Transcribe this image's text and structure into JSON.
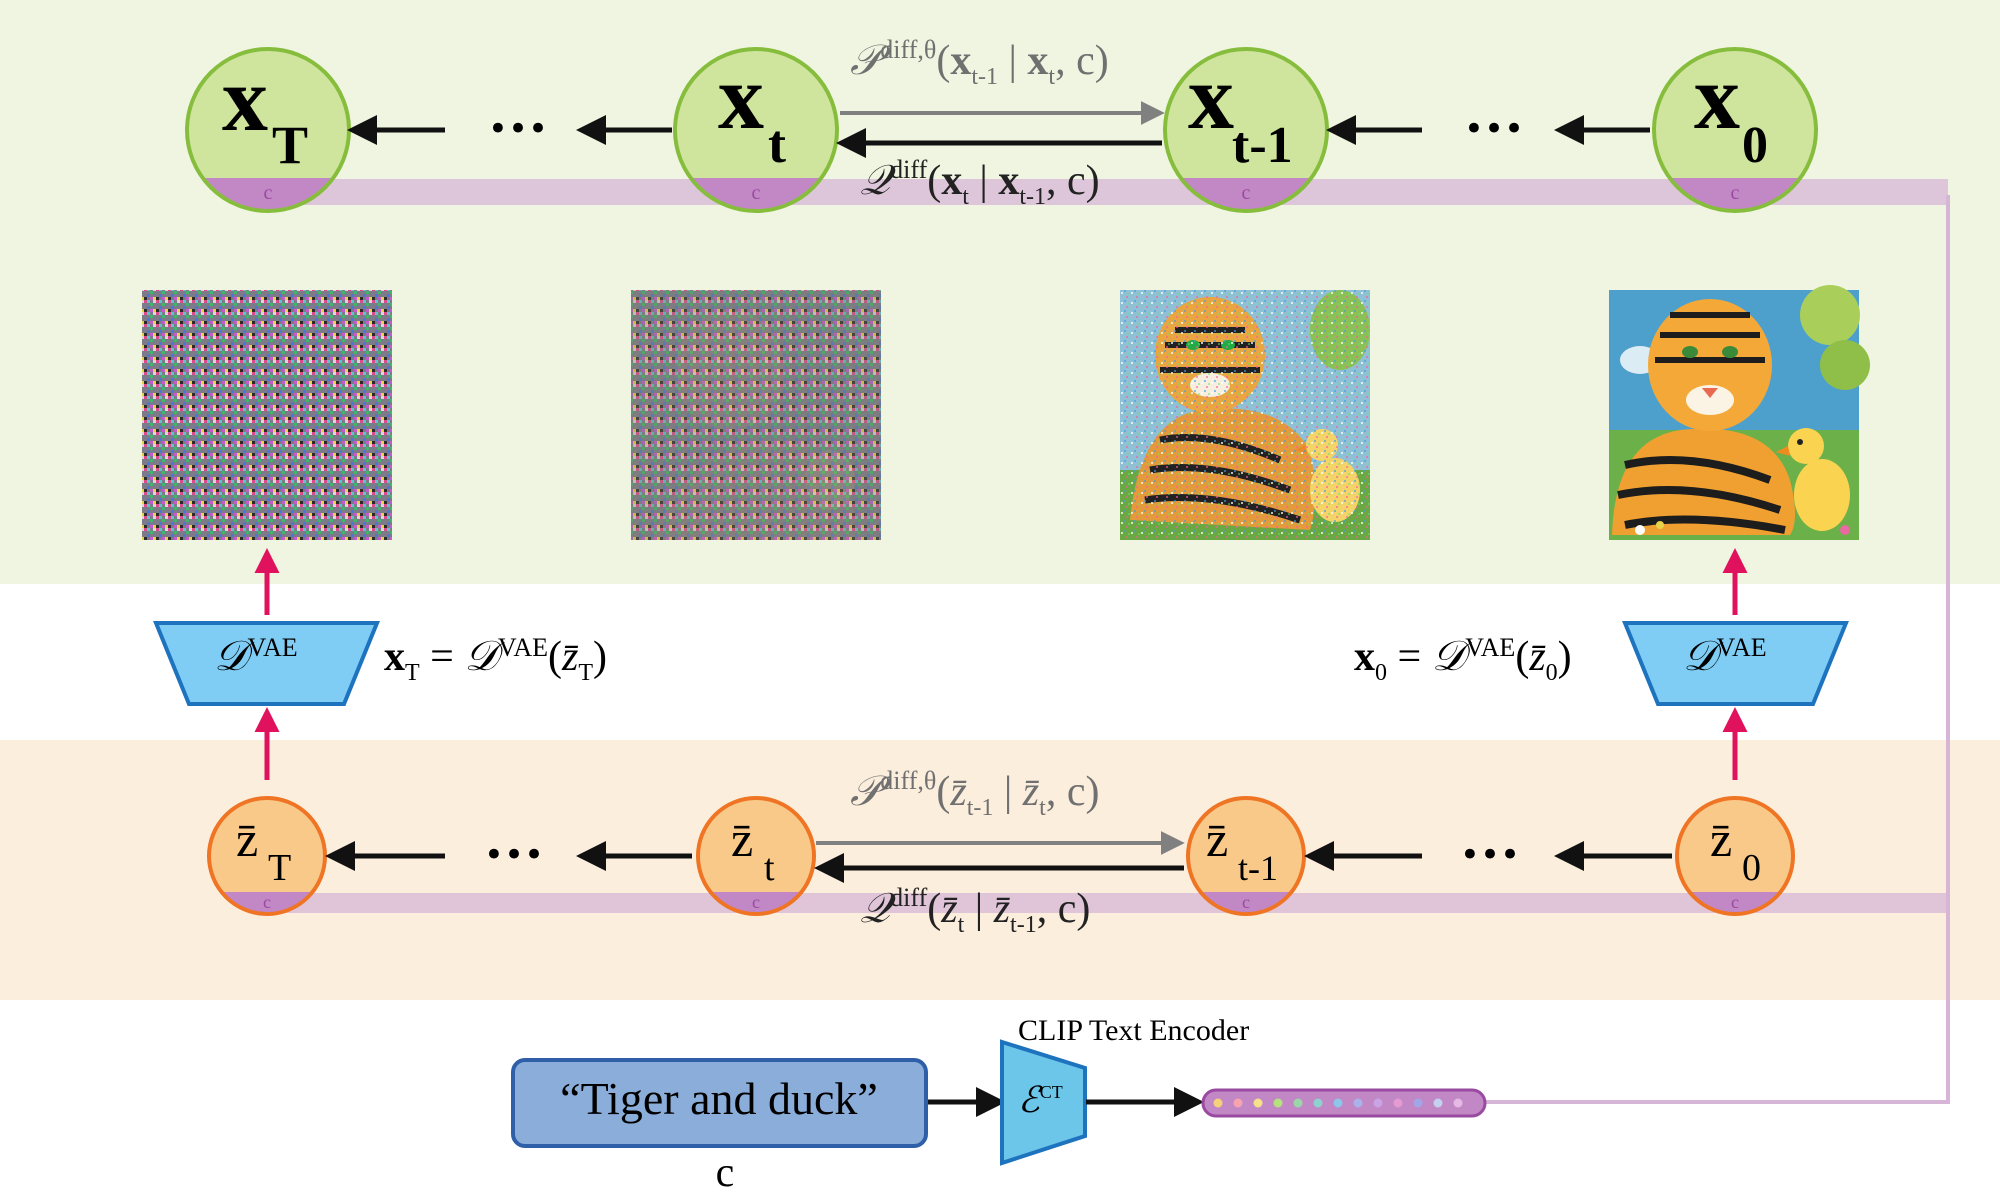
{
  "colors": {
    "pixel_band": "#f0f5e1",
    "latent_band": "#fbeedd",
    "pixel_node_fill": "#cfe49c",
    "pixel_node_stroke": "#86bd3c",
    "latent_node_fill": "#f9c98a",
    "latent_node_stroke": "#ef7423",
    "cond_fill": "#c188c5",
    "cond_line": "#d7b5d6",
    "decoder_fill": "#7fcdf5",
    "decoder_stroke": "#1e73be",
    "prompt_fill": "#8aadd9",
    "prompt_stroke": "#2f5fa8",
    "encoder_fill": "#6cc6ea",
    "arrow_red": "#e0125d",
    "arrow_gray": "#808080",
    "arrow_black": "#111111"
  },
  "pixel_nodes": {
    "xT": {
      "main": "x",
      "sub": "T",
      "cond": "c"
    },
    "xt": {
      "main": "x",
      "sub": "t",
      "cond": "c"
    },
    "xt1": {
      "main": "x",
      "sub": "t-1",
      "cond": "c"
    },
    "x0": {
      "main": "x",
      "sub": "0",
      "cond": "c"
    }
  },
  "latent_nodes": {
    "zT": {
      "main": "z̄",
      "sub": "T",
      "cond": "c"
    },
    "zt": {
      "main": "z̄",
      "sub": "t",
      "cond": "c"
    },
    "zt1": {
      "main": "z̄",
      "sub": "t-1",
      "cond": "c"
    },
    "z0": {
      "main": "z̄",
      "sub": "0",
      "cond": "c"
    }
  },
  "ellipsis": "•••",
  "pixel_reverse_label": {
    "op": "𝒫",
    "sup": "diff,θ",
    "open": "(",
    "a": "x",
    "a_sub": "t-1",
    "bar": " | ",
    "b": "x",
    "b_sub": "t",
    "tail": ", c)"
  },
  "pixel_forward_label": {
    "op": "𝒬",
    "sup": "diff",
    "open": "(",
    "a": "x",
    "a_sub": "t",
    "bar": " | ",
    "b": "x",
    "b_sub": "t-1",
    "tail": ", c)"
  },
  "latent_reverse_label": {
    "op": "𝒫",
    "sup": "diff,θ",
    "open": "(",
    "a": "z̄",
    "a_sub": "t-1",
    "bar": " | ",
    "b": "z̄",
    "b_sub": "t",
    "tail": ", c)"
  },
  "latent_forward_label": {
    "op": "𝒬",
    "sup": "diff",
    "open": "(",
    "a": "z̄",
    "a_sub": "t",
    "bar": " | ",
    "b": "z̄",
    "b_sub": "t-1",
    "tail": ", c)"
  },
  "decoder_left": {
    "op": "𝒟",
    "sup": "VAE"
  },
  "decoder_right": {
    "op": "𝒟",
    "sup": "VAE"
  },
  "eq_left": {
    "lhs": "x",
    "lhs_sub": "T",
    "eq": " = ",
    "op": "𝒟",
    "sup": "VAE",
    "open": "(",
    "arg": "z̄",
    "arg_sub": "T",
    "close": ")"
  },
  "eq_right": {
    "lhs": "x",
    "lhs_sub": "0",
    "eq": " = ",
    "op": "𝒟",
    "sup": "VAE",
    "open": "(",
    "arg": "z̄",
    "arg_sub": "0",
    "close": ")"
  },
  "encoder": {
    "title": "CLIP Text Encoder",
    "op": "ℰ",
    "sup": "CT"
  },
  "prompt": {
    "text": "“Tiger and duck”",
    "caption": "c"
  },
  "embedding_colors": [
    "#f6d17a",
    "#f8a3b0",
    "#f6e08a",
    "#b7e07f",
    "#9ad6a8",
    "#8ed2d0",
    "#8cc6e8",
    "#a9b2e9",
    "#caa2e6",
    "#e59ad2",
    "#a2a6e6",
    "#c5d0f0",
    "#e6b8e4"
  ],
  "image_icons": [
    "noise-image-icon",
    "noisy-tiger-duck-image-icon",
    "slightly-noisy-tiger-duck-image-icon",
    "clean-tiger-duck-image-icon"
  ]
}
